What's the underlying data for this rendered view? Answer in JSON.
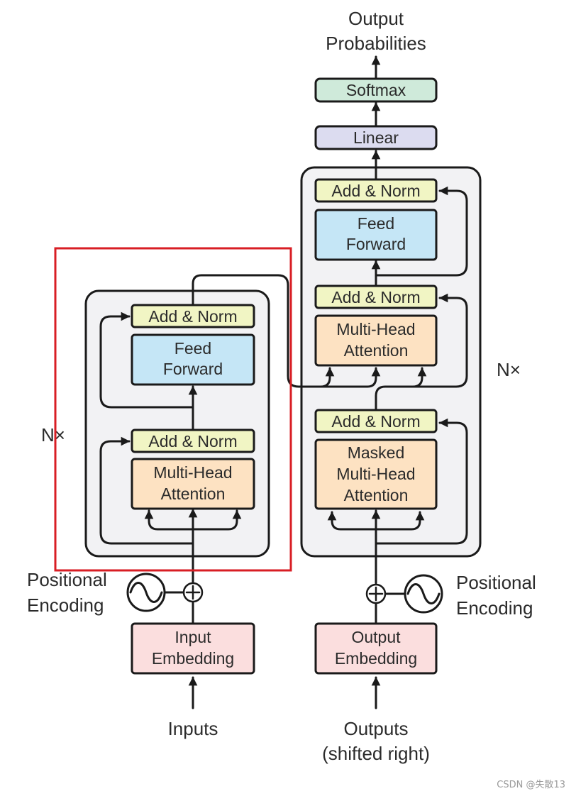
{
  "colors": {
    "add_norm": "#f1f5c4",
    "feed_forward": "#c5e6f6",
    "attention": "#fde2c2",
    "embedding": "#fbdede",
    "linear": "#dcdcf0",
    "softmax": "#cfeada",
    "stack": "#f2f2f4",
    "highlight": "#d81e24"
  },
  "encoder": {
    "nx": "N×",
    "add_norm_top": "Add & Norm",
    "feed_forward": [
      "Feed",
      "Forward"
    ],
    "add_norm_bottom": "Add & Norm",
    "attention": [
      "Multi-Head",
      "Attention"
    ],
    "positional_encoding": [
      "Positional",
      "Encoding"
    ],
    "embedding": [
      "Input",
      "Embedding"
    ],
    "input_label": "Inputs"
  },
  "decoder": {
    "nx": "N×",
    "add_norm_top": "Add & Norm",
    "feed_forward": [
      "Feed",
      "Forward"
    ],
    "add_norm_middle": "Add & Norm",
    "attention": [
      "Multi-Head",
      "Attention"
    ],
    "add_norm_bottom": "Add & Norm",
    "masked_attention": [
      "Masked",
      "Multi-Head",
      "Attention"
    ],
    "positional_encoding": [
      "Positional",
      "Encoding"
    ],
    "embedding": [
      "Output",
      "Embedding"
    ],
    "input_label": [
      "Outputs",
      "(shifted right)"
    ]
  },
  "head": {
    "output": [
      "Output",
      "Probabilities"
    ],
    "softmax": "Softmax",
    "linear": "Linear"
  },
  "watermark": "CSDN @失散13"
}
